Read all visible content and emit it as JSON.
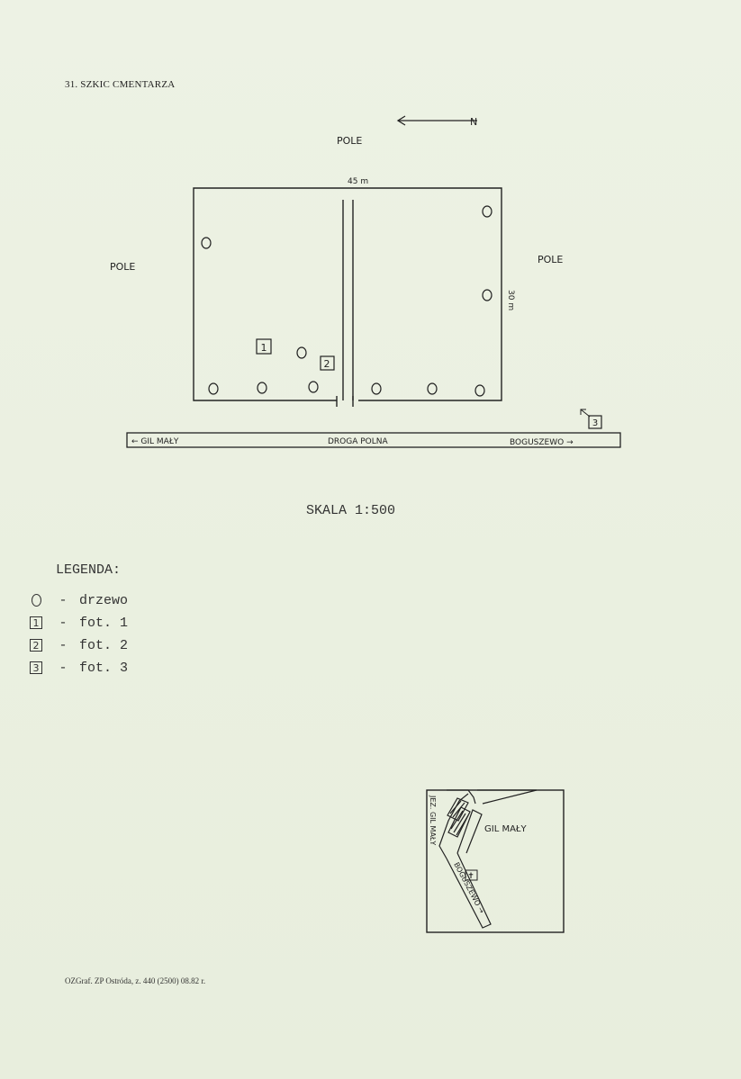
{
  "heading": "31. SZKIC CMENTARZA",
  "map": {
    "compass_label": "N",
    "field_top": "POLE",
    "field_left": "POLE",
    "field_right": "POLE",
    "dim_width": "45 m",
    "dim_height": "30 m",
    "road_left": "← GIL MAŁY",
    "road_center": "DROGA POLNA",
    "road_right": "BOGUSZEWO →",
    "photo_markers": [
      "1",
      "2",
      "3"
    ]
  },
  "scale": "SKALA 1:500",
  "legend": {
    "title": "LEGENDA:",
    "items": [
      {
        "symbol": "circle",
        "dash": "-",
        "label": "drzewo"
      },
      {
        "symbol": "1",
        "dash": "-",
        "label": "fot. 1"
      },
      {
        "symbol": "2",
        "dash": "-",
        "label": "fot. 2"
      },
      {
        "symbol": "3",
        "dash": "-",
        "label": "fot. 3"
      }
    ]
  },
  "inset": {
    "village": "GIL MAŁY",
    "lake": "JEZ. GIL MAŁY",
    "road": "BOGUSZEWO →"
  },
  "footer": "OZGraf. ZP Ostróda, z. 440 (2500) 08.82 r.",
  "colors": {
    "paper": "#eaf0e0",
    "ink": "#222222"
  }
}
